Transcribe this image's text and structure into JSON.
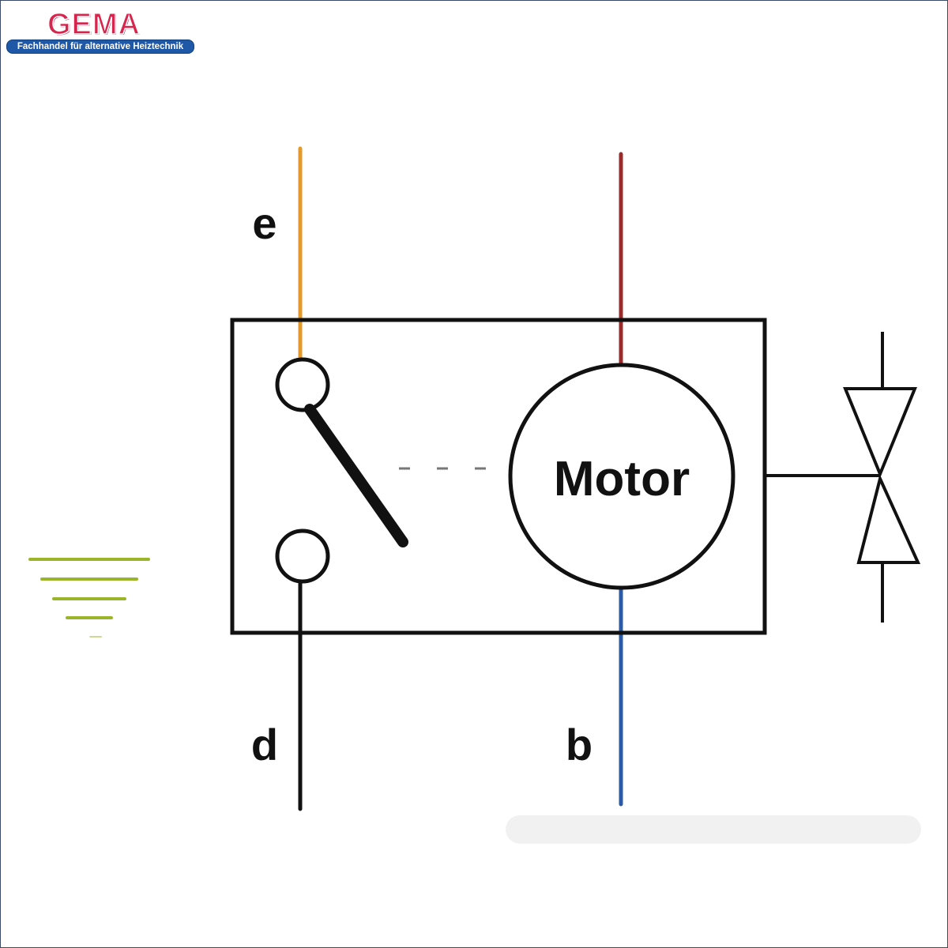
{
  "logo": {
    "brand": "GEMA",
    "tagline": "Fachhandel für alternative Heiztechnik"
  },
  "diagram": {
    "labels": {
      "terminal_e": "e",
      "terminal_d": "d",
      "terminal_b": "b",
      "motor": "Motor"
    },
    "colors": {
      "wire_e": "#e39a2a",
      "wire_red": "#9b2a2a",
      "wire_b": "#2a5aa8",
      "wire_d": "#111111",
      "outline": "#111111",
      "ground_symbol": "#9bb52a"
    }
  }
}
